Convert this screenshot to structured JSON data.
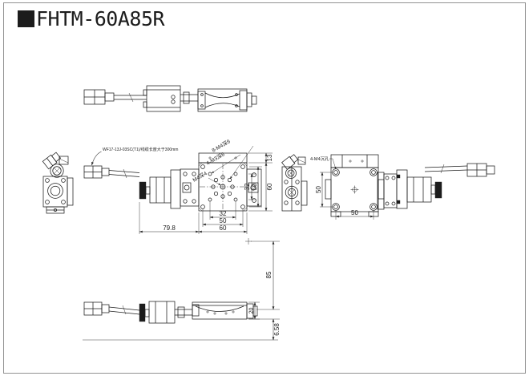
{
  "title": "FHTM-60A85R",
  "callouts": {
    "cable_spec": "WF17-13J-03SC(T1)/线缆长度大于300mm",
    "holes_8_m4": "8-M4深9",
    "holes_4_m3": "4-M3深6",
    "hole_m4": "M4深4",
    "counterbore_4_m4": "4-M4沉孔"
  },
  "dims": {
    "plan_h_32": "32",
    "plan_h_50": "50",
    "plan_h_60": "60",
    "plan_v_32": "32",
    "plan_v_50": "50",
    "plan_v_60": "60",
    "plan_top_13": "13",
    "motor_len": "79.8",
    "bottom_w_50": "50",
    "bottom_h_50": "50",
    "height_85": "85",
    "table_20": "20",
    "gap_658": "6.58"
  },
  "colors": {
    "line": "#1c1c1c",
    "dim": "#2b2b2b",
    "bg": "#ffffff",
    "frame": "#939393"
  }
}
